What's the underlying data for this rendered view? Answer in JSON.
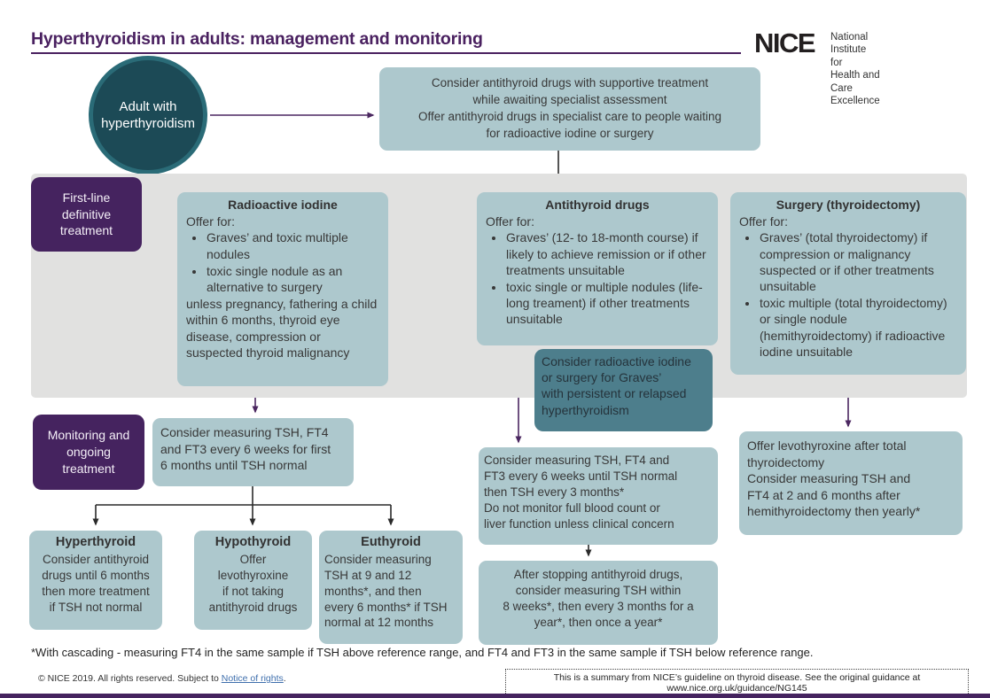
{
  "header": {
    "title": "Hyperthyroidism in adults: management and monitoring",
    "logo": {
      "name": "NICE",
      "tagline": "National Institute for\nHealth and Care Excellence"
    }
  },
  "colors": {
    "purple": "#45235f",
    "box_blue": "#adc8cd",
    "teal_box": "#4d7e8c",
    "circle_fill": "#1c4a56",
    "circle_ring": "#2a6b77",
    "grey_band": "#e1e1e0",
    "link_blue": "#3f6fad"
  },
  "start": {
    "label": "Adult with\nhyperthyroidism"
  },
  "assessment_box": {
    "text": "Consider antithyroid drugs with supportive treatment\nwhile awaiting specialist assessment\nOffer antithyroid drugs in specialist care to people waiting\nfor radioactive iodine or surgery"
  },
  "stage_labels": {
    "first_line": "First-line\ndefinitive\ntreatment",
    "monitoring": "Monitoring and\nongoing\ntreatment"
  },
  "treatments": {
    "radioactive_iodine": {
      "title": "Radioactive iodine",
      "intro": "Offer for:",
      "bullets": [
        "Graves’ and toxic multiple nodules",
        "toxic single nodule as an alternative to surgery"
      ],
      "outro": "unless pregnancy, fathering a child within 6 months, thyroid eye disease, compression or suspected thyroid malignancy"
    },
    "antithyroid_drugs": {
      "title": "Antithyroid drugs",
      "intro": "Offer for:",
      "bullets": [
        "Graves’ (12- to 18-month course) if likely to achieve remission or if other treatments unsuitable",
        "toxic single or multiple nodules (life-long treament) if other treatments unsuitable"
      ]
    },
    "surgery": {
      "title": "Surgery (thyroidectomy)",
      "intro": "Offer for:",
      "bullets": [
        "Graves’ (total thyroidectomy) if compression or malignancy suspected or if other treatments unsuitable",
        "toxic multiple (total thyroidectomy) or single nodule (hemithyroidectomy) if radioactive iodine unsuitable"
      ]
    }
  },
  "relapse_box": {
    "text": "Consider radioactive iodine\nor surgery for Graves’\nwith  persistent or relapsed\nhyperthyroidism"
  },
  "monitoring": {
    "radioiodine_followup": "Consider measuring TSH, FT4\nand FT3 every 6 weeks for first\n6 months until TSH normal",
    "antithyroid_followup": "Consider measuring TSH, FT4 and\nFT3 every 6 weeks until TSH normal\nthen TSH every 3 months*\nDo not monitor full blood count or\nliver function unless clinical concern",
    "after_stopping": "After stopping antithyroid drugs,\nconsider measuring TSH within\n8 weeks*, then every 3 months for a\nyear*, then once a year*",
    "surgery_followup": "Offer levothyroxine after total\nthyroidectomy\nConsider measuring TSH and\nFT4 at 2 and 6 months after\nhemithyroidectomy then yearly*"
  },
  "outcomes": {
    "hyperthyroid": {
      "title": "Hyperthyroid",
      "text": "Consider antithyroid\ndrugs until 6 months\nthen more treatment\nif TSH not normal"
    },
    "hypothyroid": {
      "title": "Hypothyroid",
      "text": "Offer\nlevothyroxine\nif not taking\nantithyroid drugs"
    },
    "euthyroid": {
      "title": "Euthyroid",
      "text": "Consider measuring\nTSH at 9 and 12\nmonths*, and then\nevery 6 months* if  TSH\nnormal at 12 months"
    }
  },
  "footnote": "*With cascading - measuring FT4 in the same sample if TSH above reference range, and FT4 and FT3 in the same sample if TSH below reference range.",
  "footer": {
    "copyright_prefix": "© NICE 2019. All rights reserved. Subject to ",
    "rights_link": "Notice of rights",
    "copyright_suffix": ".",
    "summary_note": "This is a summary from NICE’s guideline on thyroid disease. See the original guidance at www.nice.org.uk/guidance/NG145"
  }
}
